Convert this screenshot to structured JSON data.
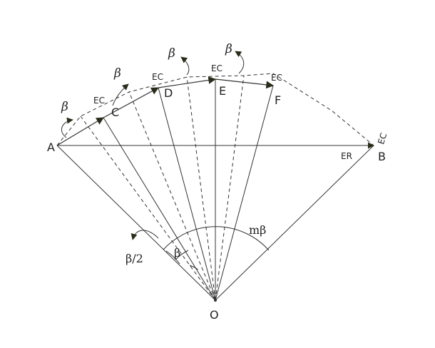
{
  "diagram": {
    "points": {
      "A": "A",
      "B": "B",
      "C": "C",
      "D": "D",
      "E": "E",
      "F": "F",
      "O": "O"
    },
    "vector_labels": {
      "ec": "EC",
      "er": "ER"
    },
    "angles": {
      "beta": "β",
      "beta_half": "β/2",
      "m_beta": "mβ"
    },
    "colors": {
      "line": "#333333",
      "arrow": "#2b2b1a"
    }
  }
}
